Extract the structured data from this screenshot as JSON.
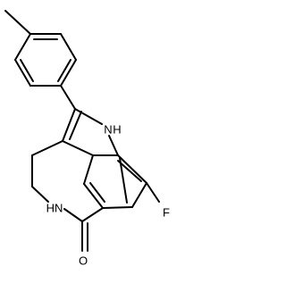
{
  "molecule": {
    "atoms": {
      "nh": "H",
      "nh_n": "N",
      "fluorine": "F",
      "amide_nh": "HN",
      "oxygen": "O"
    },
    "colors": {
      "bond": "#000000",
      "background": "#ffffff"
    }
  }
}
